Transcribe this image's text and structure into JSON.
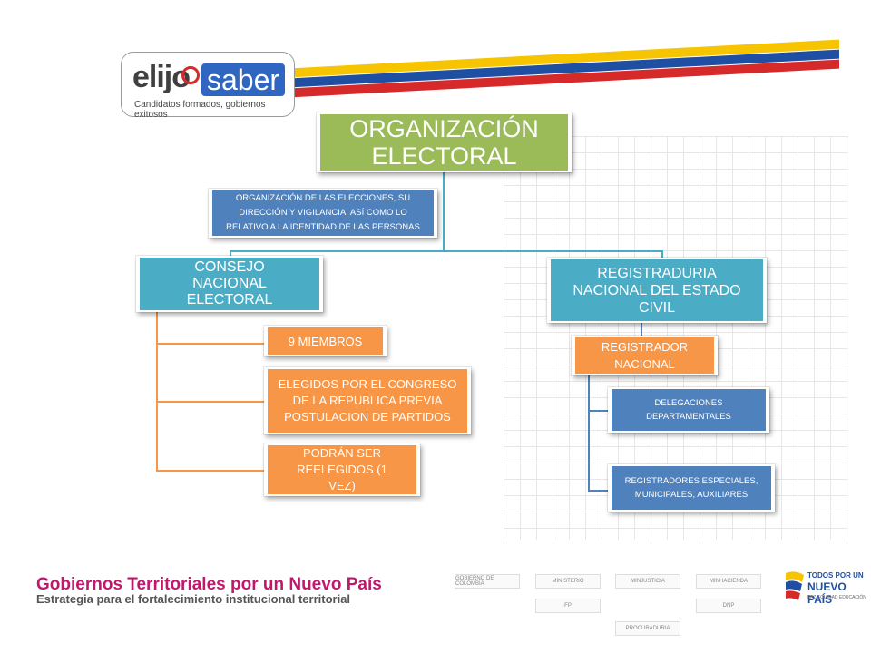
{
  "logo": {
    "word1": "elijo",
    "word2": "saber",
    "tagline": "Candidatos formados, gobiernos exitosos",
    "colors": {
      "yellow": "#f6c400",
      "blue": "#1f4fa3",
      "red": "#d62a2a"
    }
  },
  "diagram": {
    "root": "ORGANIZACIÓN ELECTORAL",
    "description": "ORGANIZACIÓN DE LAS ELECCIONES, SU DIRECCIÓN Y VIGILANCIA, ASÍ COMO LO RELATIVO A LA IDENTIDAD DE LAS PERSONAS",
    "left_branch": {
      "title": "CONSEJO NACIONAL ELECTORAL",
      "items": [
        "9 MIEMBROS",
        "ELEGIDOS POR EL CONGRESO DE LA REPUBLICA PREVIA POSTULACION DE PARTIDOS",
        "PODRÁN SER REELEGIDOS (1 VEZ)"
      ]
    },
    "right_branch": {
      "title": "REGISTRADURIA NACIONAL DEL ESTADO CIVIL",
      "sub": "REGISTRADOR NACIONAL",
      "items": [
        "DELEGACIONES DEPARTAMENTALES",
        "REGISTRADORES ESPECIALES, MUNICIPALES, AUXILIARES"
      ]
    },
    "colors": {
      "green": "#9bbb59",
      "blue": "#4bacc6",
      "dark_blue": "#4f81bd",
      "orange": "#f79646"
    }
  },
  "footer": {
    "title": "Gobiernos Territoriales por un Nuevo País",
    "subtitle": "Estrategia para el fortalecimiento institucional territorial",
    "brand": {
      "line1": "TODOS POR UN",
      "line2": "NUEVO PAÍS",
      "line3": "PAZ  EQUIDAD  EDUCACIÓN"
    },
    "partners": [
      "GOBIERNO DE COLOMBIA",
      "MINISTERIO",
      "MINJUSTICIA",
      "MINHACIENDA",
      "FP",
      "DNP",
      "PROCURADURIA"
    ]
  }
}
